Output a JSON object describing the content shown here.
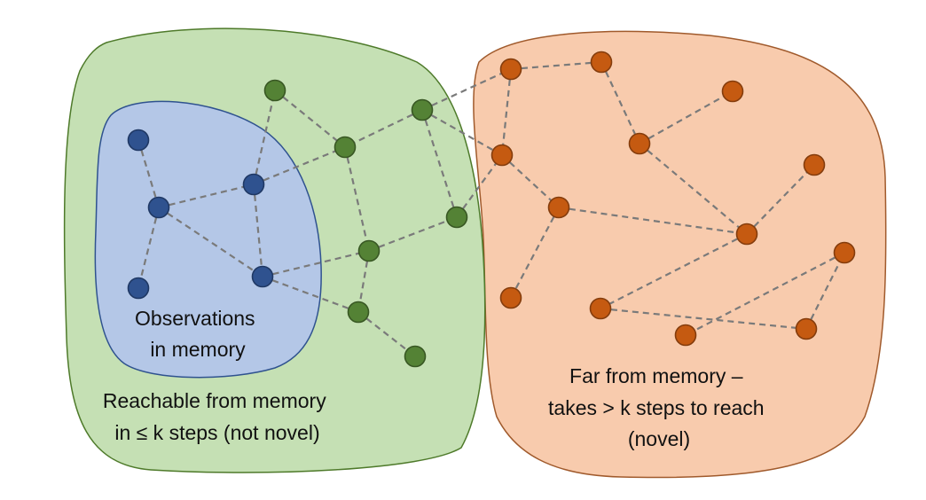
{
  "colors": {
    "novel_fill": "#f8cbad",
    "novel_stroke": "#a05a2c",
    "reachable_fill": "#c5e0b4",
    "reachable_stroke": "#4e7a2a",
    "memory_fill": "#b4c7e7",
    "memory_stroke": "#2f528f",
    "memory_node": "#2f528f",
    "memory_node_stroke": "#1f3864",
    "reachable_node": "#548235",
    "reachable_node_stroke": "#385723",
    "novel_node": "#c55a11",
    "novel_node_stroke": "#843c0c",
    "edge": "#7a7a7a"
  },
  "labels": {
    "memory": [
      "Observations",
      "in memory"
    ],
    "reachable": [
      "Reachable from memory",
      "in ≤ k steps (not novel)"
    ],
    "novel": [
      "Far from memory –",
      "takes > k steps to reach",
      "(novel)"
    ]
  },
  "nodes": [
    {
      "id": "b1",
      "group": "memory"
    },
    {
      "id": "b2",
      "group": "memory"
    },
    {
      "id": "b3",
      "group": "memory"
    },
    {
      "id": "b4",
      "group": "memory"
    },
    {
      "id": "b5",
      "group": "memory"
    },
    {
      "id": "g1",
      "group": "reachable"
    },
    {
      "id": "g2",
      "group": "reachable"
    },
    {
      "id": "g3",
      "group": "reachable"
    },
    {
      "id": "g4",
      "group": "reachable"
    },
    {
      "id": "g5",
      "group": "reachable"
    },
    {
      "id": "g6",
      "group": "reachable"
    },
    {
      "id": "g7",
      "group": "reachable"
    },
    {
      "id": "o1",
      "group": "novel"
    },
    {
      "id": "o2",
      "group": "novel"
    },
    {
      "id": "o3",
      "group": "novel"
    },
    {
      "id": "o4",
      "group": "novel"
    },
    {
      "id": "o5",
      "group": "novel"
    },
    {
      "id": "o6",
      "group": "novel"
    },
    {
      "id": "o7",
      "group": "novel"
    },
    {
      "id": "o8",
      "group": "novel"
    },
    {
      "id": "o9",
      "group": "novel"
    },
    {
      "id": "o10",
      "group": "novel"
    },
    {
      "id": "o11",
      "group": "novel"
    },
    {
      "id": "o12",
      "group": "novel"
    },
    {
      "id": "o13",
      "group": "novel"
    }
  ],
  "edges": [
    [
      "b1",
      "b2"
    ],
    [
      "b2",
      "b3"
    ],
    [
      "b2",
      "b4"
    ],
    [
      "b2",
      "b5"
    ],
    [
      "b4",
      "b5"
    ],
    [
      "b4",
      "g1"
    ],
    [
      "b4",
      "g3"
    ],
    [
      "b5",
      "g4"
    ],
    [
      "b5",
      "g6"
    ],
    [
      "g1",
      "g3"
    ],
    [
      "g2",
      "g3"
    ],
    [
      "g2",
      "g5"
    ],
    [
      "g2",
      "o3"
    ],
    [
      "g2",
      "o1"
    ],
    [
      "g3",
      "g4"
    ],
    [
      "g4",
      "g5"
    ],
    [
      "g4",
      "g6"
    ],
    [
      "g5",
      "o3"
    ],
    [
      "g6",
      "g7"
    ],
    [
      "o1",
      "o2"
    ],
    [
      "o1",
      "o3"
    ],
    [
      "o2",
      "o4"
    ],
    [
      "o4",
      "o5"
    ],
    [
      "o4",
      "o8"
    ],
    [
      "o3",
      "o7"
    ],
    [
      "o7",
      "o8"
    ],
    [
      "o7",
      "o9"
    ],
    [
      "o8",
      "o6"
    ],
    [
      "o8",
      "o10"
    ],
    [
      "o10",
      "o12"
    ],
    [
      "o12",
      "o11"
    ],
    [
      "o11",
      "o13"
    ]
  ]
}
